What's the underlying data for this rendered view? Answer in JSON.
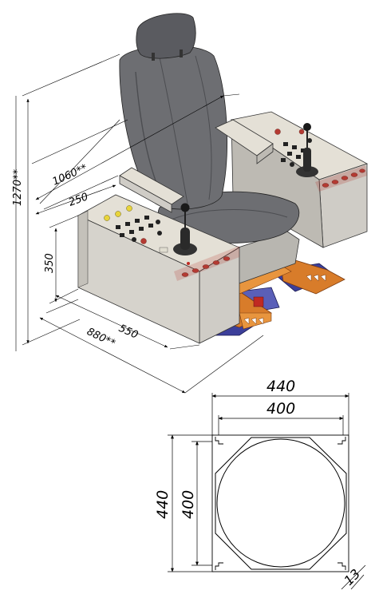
{
  "dimensions": {
    "height_total": "1270**",
    "depth_total": "1060**",
    "armrest_width": "250",
    "console_height": "350",
    "console_depth": "550",
    "width_total": "880**",
    "base_outer_width": "440",
    "base_inner_width": "400",
    "base_outer_height": "440",
    "base_inner_height": "400",
    "corner_chamfer": "13"
  },
  "colors": {
    "seat": "#6d6e72",
    "seat_dark": "#4c4d51",
    "console": "#cfccc6",
    "console_top": "#e4e0d6",
    "frame_orange": "#d87c2a",
    "frame_blue": "#3c3f9a",
    "button_red": "#b43a32",
    "button_yellow": "#e8d43a",
    "line": "#000000"
  }
}
